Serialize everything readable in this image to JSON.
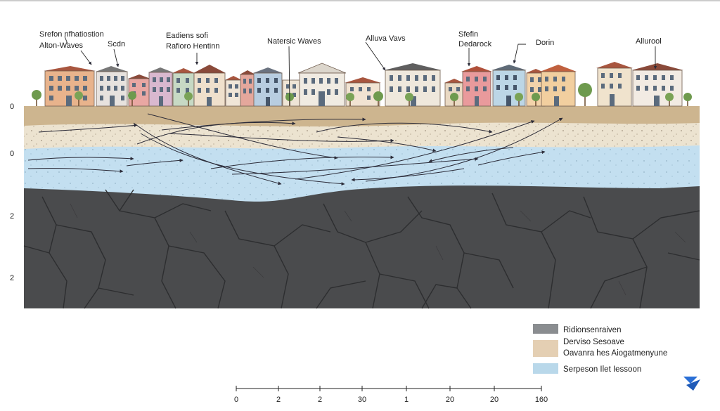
{
  "annotations": {
    "a1_line1": "Srefon nfhatiostion",
    "a1_line2": "Alton-Waves",
    "a2": "Scdn",
    "a3_line1": "Eadiens sofi",
    "a3_line2": "Rafioro Hentinn",
    "a4": "Natersic Waves",
    "a5": "Alluva Vavs",
    "a6_line1": "Sfefin",
    "a6_line2": "Dedarock",
    "a7": "Dorin",
    "a8": "Allurool"
  },
  "depth_labels": [
    "0",
    "0",
    "2",
    "2"
  ],
  "legend": [
    {
      "label": "Ridionsenraiven",
      "color": "#8a8d90"
    },
    {
      "label": "Derviso Sesoave",
      "color": "#e4cfb3"
    },
    {
      "label": "Oavanra hes Aiogatmenyune",
      "color": "#e4cfb3"
    },
    {
      "label": "Serpeson Ilet Iessoon",
      "color": "#b9d8ea"
    }
  ],
  "scale_labels": [
    "0",
    "2",
    "2",
    "30",
    "1",
    "20",
    "20",
    "160"
  ],
  "colors": {
    "bedrock": "#4a4b4d",
    "crack": "#2d2e30",
    "soil": "#cdb58f",
    "sand": "#ece3d0",
    "water": "#c3dff0",
    "arrow": "#2b2b38"
  },
  "icons": {
    "logo": "brand-logo-icon"
  }
}
